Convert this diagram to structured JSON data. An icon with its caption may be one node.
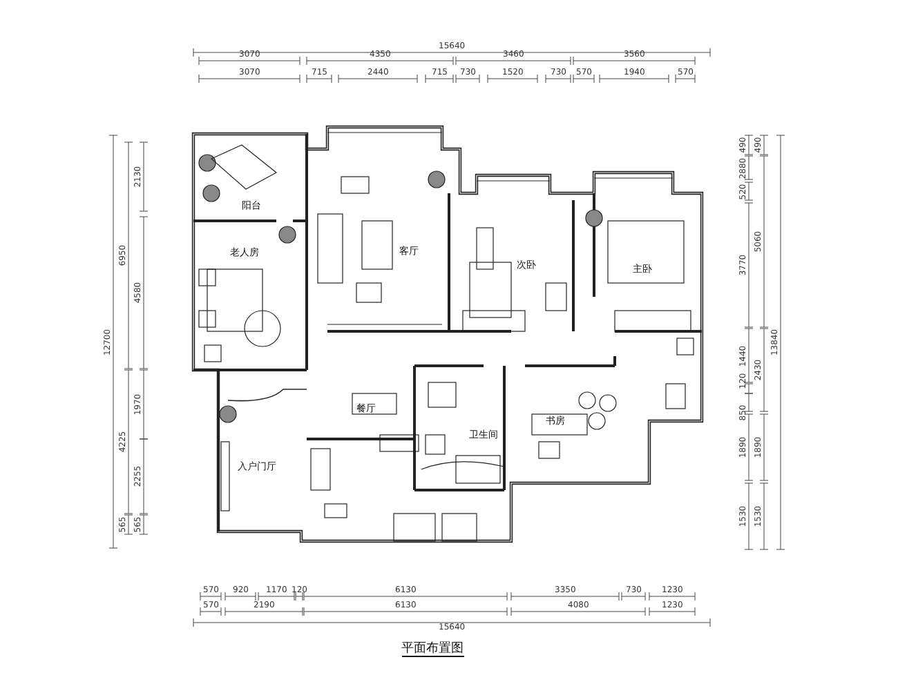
{
  "diagram": {
    "title": "平面布置图",
    "labels": [
      "15640",
      "3070",
      "4350",
      "3460",
      "3560",
      "3070",
      "715",
      "2440",
      "715",
      "730",
      "1520",
      "730",
      "570",
      "1940",
      "570",
      "12700",
      "6950",
      "4225",
      "565",
      "2130",
      "4580",
      "1970",
      "2255",
      "565",
      "阳台",
      "老人房",
      "客厅",
      "次卧",
      "主卧",
      "餐厅",
      "卫生间",
      "书房",
      "入户门厅",
      "490",
      "2880",
      "520",
      "3770",
      "1440",
      "120",
      "850",
      "1890",
      "1530",
      "490",
      "5060",
      "2430",
      "1890",
      "1530",
      "13840",
      "570",
      "920",
      "1170",
      "120",
      "6130",
      "3350",
      "730",
      "1230",
      "570",
      "2190",
      "6130",
      "4080",
      "1230",
      "15640"
    ]
  }
}
